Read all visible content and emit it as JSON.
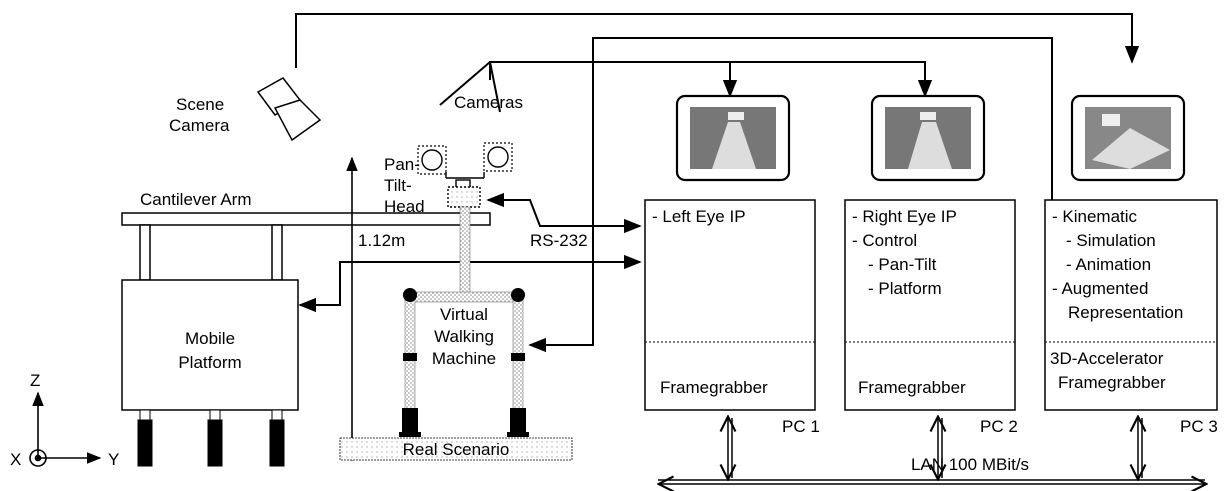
{
  "scene_camera": {
    "line1": "Scene",
    "line2": "Camera"
  },
  "cameras": "Cameras",
  "pan_tilt_head": {
    "line1": "Pan-",
    "line2": "Tilt-",
    "line3": "Head"
  },
  "cantilever_arm": "Cantilever Arm",
  "height": "1.12m",
  "rs232": "RS-232",
  "mobile_platform": {
    "line1": "Mobile",
    "line2": "Platform"
  },
  "walking_machine": {
    "line1": "Virtual",
    "line2": "Walking",
    "line3": "Machine"
  },
  "real_scenario": "Real Scenario",
  "axes": {
    "z": "Z",
    "x": "X",
    "y": "Y"
  },
  "pc1": {
    "items": [
      "- Left Eye IP"
    ],
    "footer": [
      "Framegrabber"
    ],
    "label": "PC 1"
  },
  "pc2": {
    "items": [
      "- Right Eye IP",
      "- Control",
      "- Pan-Tilt",
      "- Platform"
    ],
    "footer": [
      "Framegrabber"
    ],
    "label": "PC 2"
  },
  "pc3": {
    "items": [
      "- Kinematic",
      "- Simulation",
      "- Animation",
      "- Augmented",
      "Representation"
    ],
    "footer": [
      "3D-Accelerator",
      "Framegrabber"
    ],
    "label": "PC 3"
  },
  "lan": "LAN 100 MBit/s"
}
